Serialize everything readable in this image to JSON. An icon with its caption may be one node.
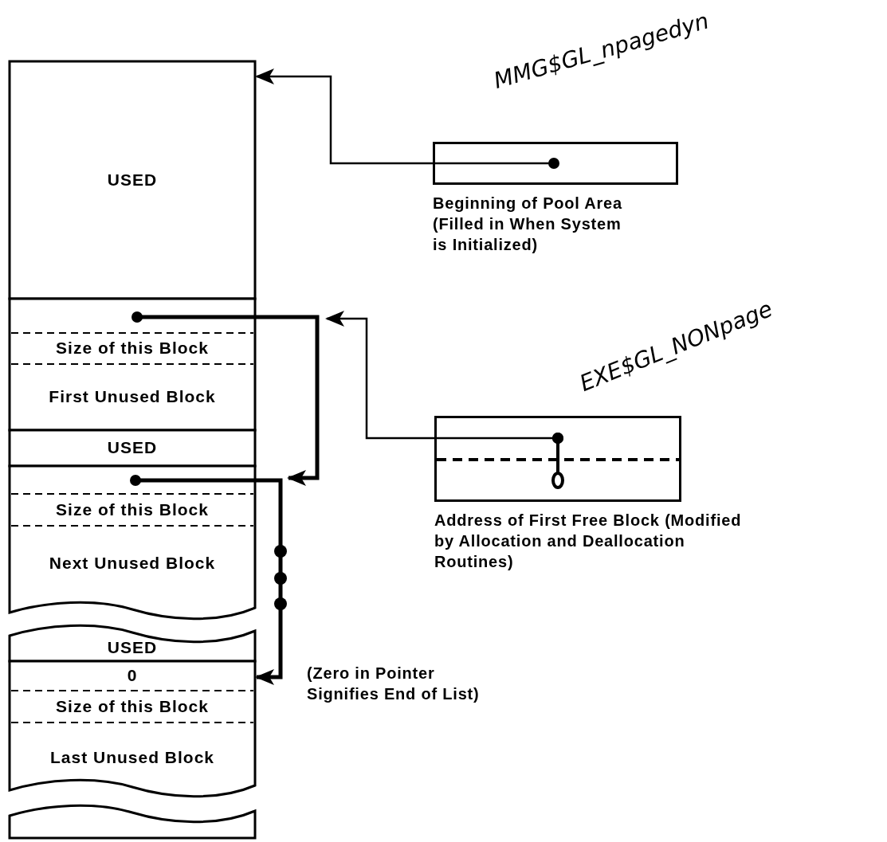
{
  "diagram": {
    "nodes": [
      {
        "text": [
          "USED"
        ]
      },
      {
        "text": [
          "Size of this Block",
          "First Unused Block"
        ]
      },
      {
        "text": [
          "USED"
        ]
      },
      {
        "text": [
          "Size of this Block",
          "Next Unused Block"
        ]
      },
      {
        "text": [
          "USED"
        ]
      },
      {
        "text": [
          "0",
          "Size of this Block",
          "Last Unused Block"
        ]
      },
      {
        "text": [],
        "shape": "box"
      },
      {
        "text": [
          "Beginning of Pool Area (Filled in When System is Initialized)"
        ]
      },
      {
        "text": [
          "Address of First Free Block (Modified by Allocation and Deallocation Routines)"
        ]
      }
    ],
    "edges": [
      {
        "from": 7,
        "to": 0,
        "arrow": "to"
      },
      {
        "from": 8,
        "to": 1,
        "arrow": "to"
      },
      {
        "from": 1,
        "to": 3,
        "arrow": "to",
        "style": "thick"
      },
      {
        "from": 3,
        "to": 5,
        "arrow": "to",
        "style": "thick"
      }
    ],
    "labels": [
      "MMG$GL_npagedyn",
      "EXE$GL_NONpage",
      "(Zero in Pointer Signifies End of List)"
    ]
  }
}
